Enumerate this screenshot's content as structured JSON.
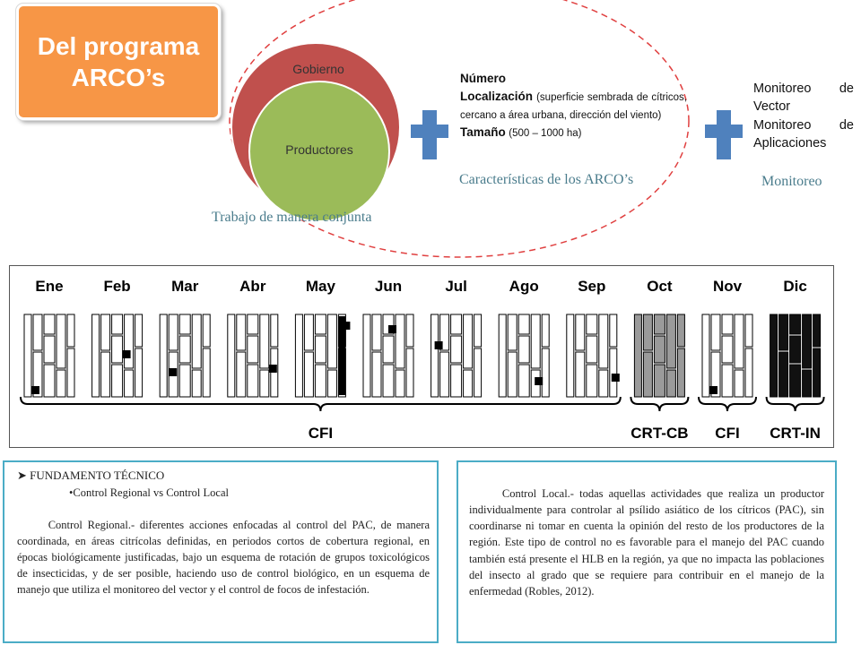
{
  "title": {
    "line1": "Del programa",
    "line2": "ARCO’s"
  },
  "circles": {
    "outer": "Gobierno",
    "inner": "Productores",
    "caption": "Trabajo de manera conjunta"
  },
  "features": {
    "numero": "Número",
    "localizacion": "Localización",
    "localizacion_detail": "(superficie sembrada de cítricos, cercano a área urbana, dirección del viento)",
    "tamano": "Tamaño",
    "tamano_detail": "(500 – 1000 ha)",
    "caption": "Características de los ARCO’s"
  },
  "monitoring": {
    "line1": "Monitoreo de Vector",
    "line2": "Monitoreo de Aplicaciones",
    "caption": "Monitoreo"
  },
  "calendar": {
    "months": [
      "Ene",
      "Feb",
      "Mar",
      "Abr",
      "May",
      "Jun",
      "Jul",
      "Ago",
      "Sep",
      "Oct",
      "Nov",
      "Dic"
    ],
    "groups": [
      "CFI",
      "CRT-CB",
      "CFI",
      "CRT-IN"
    ]
  },
  "left_panel": {
    "heading": "FUNDAMENTO TÉCNICO",
    "bullet": "Control Regional  vs Control Local",
    "term": "Control Regional",
    "text": ".- diferentes acciones enfocadas al control del PAC, de manera coordinada, en áreas citrícolas definidas, en periodos cortos de cobertura regional, en épocas biológicamente justificadas, bajo un esquema de rotación de grupos toxicológicos de insecticidas, y de ser posible, haciendo uso de control biológico, en un esquema de manejo que utiliza el monitoreo del vector y el control de focos de infestación."
  },
  "right_panel": {
    "term": "Control Local",
    "text": ".- todas aquellas actividades que realiza un productor individualmente para controlar al psílido asiático de los cítricos (PAC), sin coordinarse ni tomar en cuenta la opinión del resto de los productores de la región. Este tipo de control no es favorable para el manejo del PAC cuando también está presente el HLB en la región, ya que no impacta las poblaciones del insecto al grado que se requiere para contribuir en el manejo de la enfermedad (Robles, 2012)."
  },
  "colors": {
    "title_bg": "#f79646",
    "gobierno": "#c0504d",
    "productores": "#9bbb59",
    "plus": "#4f81bd",
    "panel_border": "#4bacc6",
    "caption": "#4a7c8c"
  }
}
